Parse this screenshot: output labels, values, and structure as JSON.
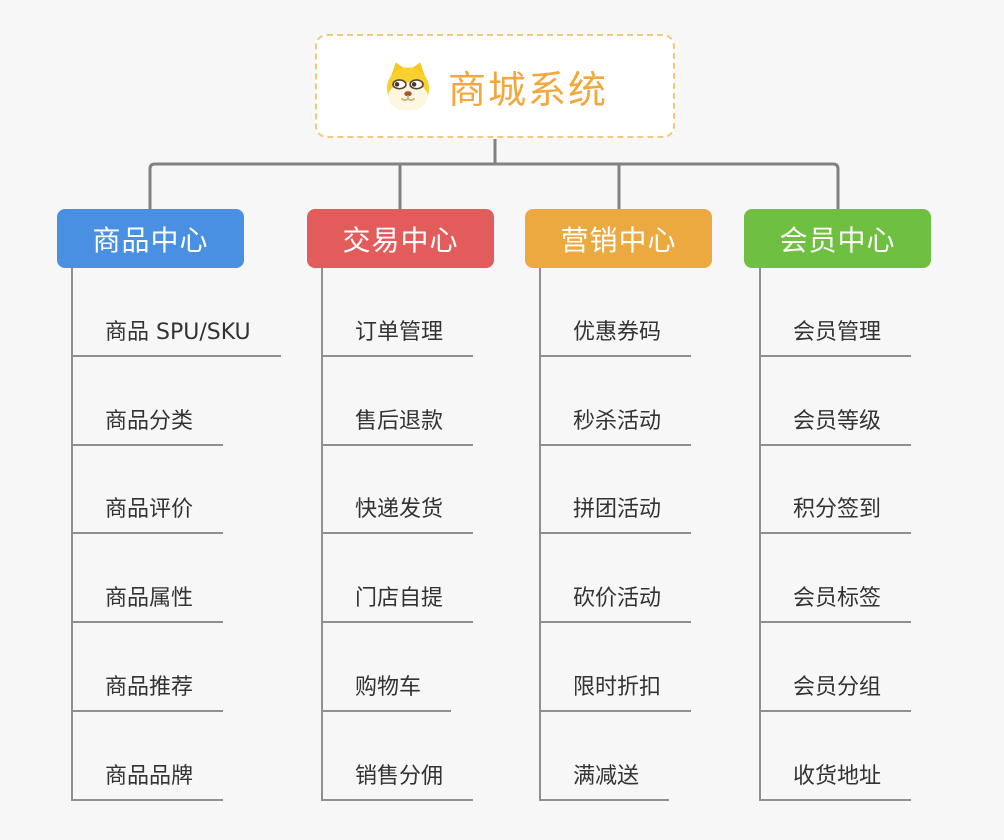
{
  "page": {
    "background_color": "#f7f7f7",
    "connector_color": "#828282",
    "leaf_line_color": "#8f8f8f",
    "leaf_text_color": "#333333"
  },
  "root": {
    "title": "商城系统",
    "icon": "dog-face-icon",
    "title_color": "#f1a83c",
    "border_color": "#f6c77d"
  },
  "branches": [
    {
      "label": "商品中心",
      "color": "#4a90e2",
      "items": [
        "商品 SPU/SKU",
        "商品分类",
        "商品评价",
        "商品属性",
        "商品推荐",
        "商品品牌"
      ]
    },
    {
      "label": "交易中心",
      "color": "#e35c5c",
      "items": [
        "订单管理",
        "售后退款",
        "快递发货",
        "门店自提",
        "购物车",
        "销售分佣"
      ]
    },
    {
      "label": "营销中心",
      "color": "#eca93f",
      "items": [
        "优惠券码",
        "秒杀活动",
        "拼团活动",
        "砍价活动",
        "限时折扣",
        "满减送"
      ]
    },
    {
      "label": "会员中心",
      "color": "#6fc040",
      "items": [
        "会员管理",
        "会员等级",
        "积分签到",
        "会员标签",
        "会员分组",
        "收货地址"
      ]
    }
  ]
}
